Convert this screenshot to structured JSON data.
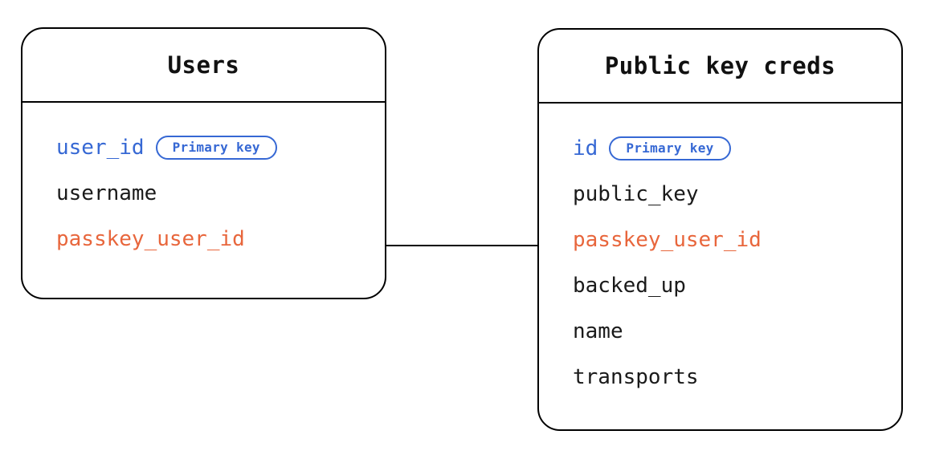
{
  "diagram": {
    "type": "entity-relationship-diagram",
    "background_color": "#ffffff",
    "colors": {
      "border": "#000000",
      "text": "#1a1a1a",
      "primary_key": "#3668d4",
      "foreign_key": "#e8663c",
      "badge_border": "#3668d4"
    }
  },
  "entities": [
    {
      "id": "users",
      "title": "Users",
      "fields": [
        {
          "name": "user_id",
          "kind": "pk",
          "badge": "Primary key"
        },
        {
          "name": "username",
          "kind": "none",
          "badge": null
        },
        {
          "name": "passkey_user_id",
          "kind": "fk",
          "badge": null
        }
      ]
    },
    {
      "id": "public_key_creds",
      "title": "Public key creds",
      "fields": [
        {
          "name": "id",
          "kind": "pk",
          "badge": "Primary key"
        },
        {
          "name": "public_key",
          "kind": "none",
          "badge": null
        },
        {
          "name": "passkey_user_id",
          "kind": "fk",
          "badge": null
        },
        {
          "name": "backed_up",
          "kind": "none",
          "badge": null
        },
        {
          "name": "name",
          "kind": "none",
          "badge": null
        },
        {
          "name": "transports",
          "kind": "none",
          "badge": null
        }
      ]
    }
  ],
  "relationships": [
    {
      "from_entity": "users",
      "from_field": "passkey_user_id",
      "to_entity": "public_key_creds",
      "to_field": "passkey_user_id",
      "style": "solid-line"
    }
  ]
}
